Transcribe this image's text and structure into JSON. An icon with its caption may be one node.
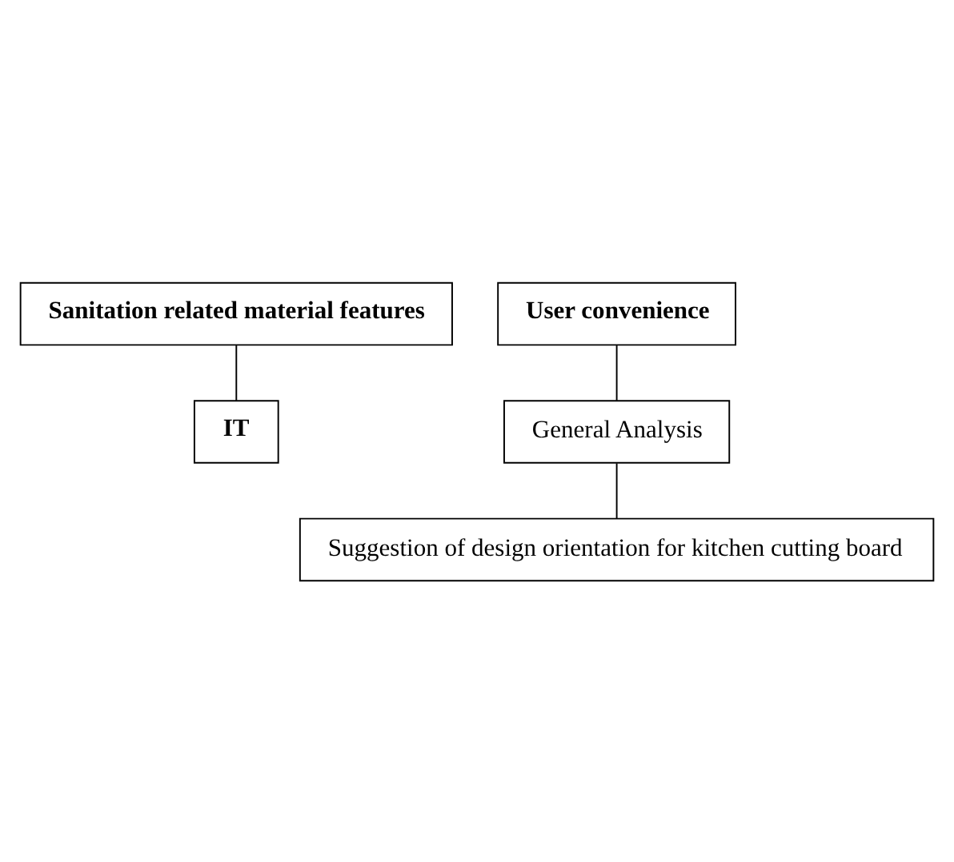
{
  "diagram": {
    "nodes": [
      {
        "text": [
          "Sanitation related material features"
        ]
      },
      {
        "text": [
          "User convenience"
        ]
      },
      {
        "text": [
          "IT"
        ]
      },
      {
        "text": [
          "General Analysis"
        ]
      },
      {
        "text": [
          "Suggestion of design orientation for kitchen cutting board"
        ]
      }
    ],
    "edges": [
      {
        "from": 0,
        "to": 2,
        "arrow": "none"
      },
      {
        "from": 1,
        "to": 3,
        "arrow": "none"
      },
      {
        "from": 3,
        "to": 4,
        "arrow": "none"
      }
    ]
  }
}
